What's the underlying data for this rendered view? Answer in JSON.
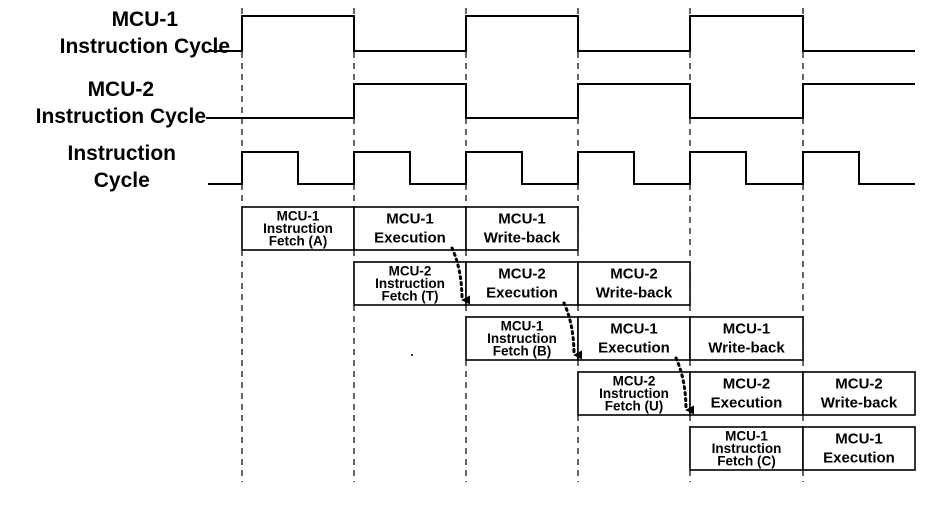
{
  "signals": [
    {
      "id": "mcu1",
      "label_line1": "MCU-1",
      "label_line2": "Instruction Cycle"
    },
    {
      "id": "mcu2",
      "label_line1": "MCU-2",
      "label_line2": "Instruction Cycle"
    },
    {
      "id": "clk",
      "label_line1": "Instruction",
      "label_line2": "Cycle"
    }
  ],
  "pipeline": [
    [
      [
        "MCU-1",
        "Instruction",
        "Fetch (A)"
      ],
      [
        "MCU-1",
        "Execution"
      ],
      [
        "MCU-1",
        "Write-back"
      ]
    ],
    [
      [
        "MCU-2",
        "Instruction",
        "Fetch (T)"
      ],
      [
        "MCU-2",
        "Execution"
      ],
      [
        "MCU-2",
        "Write-back"
      ]
    ],
    [
      [
        "MCU-1",
        "Instruction",
        "Fetch (B)"
      ],
      [
        "MCU-1",
        "Execution"
      ],
      [
        "MCU-1",
        "Write-back"
      ]
    ],
    [
      [
        "MCU-2",
        "Instruction",
        "Fetch (U)"
      ],
      [
        "MCU-2",
        "Execution"
      ],
      [
        "MCU-2",
        "Write-back"
      ]
    ],
    [
      [
        "MCU-1",
        "Instruction",
        "Fetch (C)"
      ],
      [
        "MCU-1",
        "Execution"
      ]
    ]
  ]
}
